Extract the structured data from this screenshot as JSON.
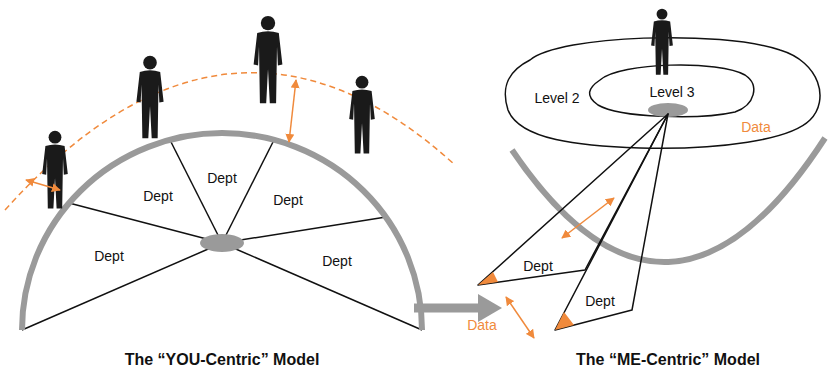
{
  "diagram": {
    "nodes": [
      {
        "text": [
          "Dept"
        ]
      },
      {
        "text": [
          "Dept"
        ]
      },
      {
        "text": [
          "Dept"
        ]
      },
      {
        "text": [
          "Dept"
        ]
      },
      {
        "text": [
          "Dept"
        ]
      },
      {
        "text": [
          "Level 2"
        ]
      },
      {
        "text": [
          "Level 3"
        ],
        "in": 5
      },
      {
        "text": [
          "Dept"
        ]
      },
      {
        "text": [
          "Dept"
        ]
      }
    ],
    "labels": [
      "Data",
      "Data",
      "The “YOU-Centric” Model",
      "The “ME-Centric” Model"
    ]
  }
}
